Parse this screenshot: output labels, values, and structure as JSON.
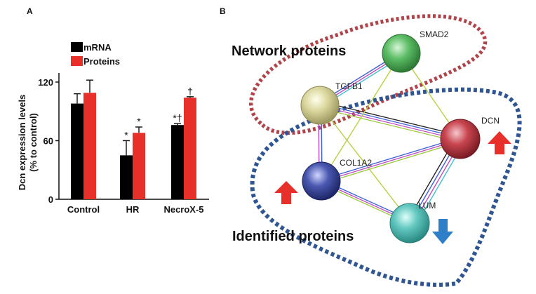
{
  "panel_a_label": "A",
  "panel_b_label": "B",
  "chart_data": {
    "type": "bar",
    "title": "",
    "ylabel_line1": "Dcn expression levels",
    "ylabel_line2": "(% to control)",
    "xlabel": "",
    "ylim": [
      0,
      125
    ],
    "yticks": [
      0,
      60,
      120
    ],
    "categories": [
      "Control",
      "HR",
      "NecroX-5"
    ],
    "series": [
      {
        "name": "mRNA",
        "color": "#000000",
        "values": [
          98,
          45,
          76
        ],
        "errors": [
          10,
          15,
          1.5
        ],
        "marks": [
          "",
          "*",
          "*†"
        ]
      },
      {
        "name": "Proteins",
        "color": "#e8302b",
        "values": [
          109,
          68,
          104
        ],
        "errors": [
          13,
          6,
          1
        ],
        "marks": [
          "",
          "*",
          "†"
        ]
      }
    ],
    "grid": false,
    "legend_position": "top-left"
  },
  "network": {
    "group_network_label": "Network proteins",
    "group_identified_label": "Identified proteins",
    "nodes": [
      {
        "id": "smad2",
        "label": "SMAD2",
        "color": "#4fae5a"
      },
      {
        "id": "tgfb1",
        "label": "TGFB1",
        "color": "#d8d49a"
      },
      {
        "id": "dcn",
        "label": "DCN",
        "color": "#c8454f"
      },
      {
        "id": "col1a2",
        "label": "COL1A2",
        "color": "#4a58b0"
      },
      {
        "id": "lum",
        "label": "LUM",
        "color": "#62c8c0"
      }
    ],
    "arrows": [
      {
        "target": "dcn",
        "direction": "up",
        "color": "#e8302b"
      },
      {
        "target": "col1a2",
        "direction": "up",
        "color": "#e8302b"
      },
      {
        "target": "lum",
        "direction": "down",
        "color": "#2f7fc8"
      }
    ]
  }
}
